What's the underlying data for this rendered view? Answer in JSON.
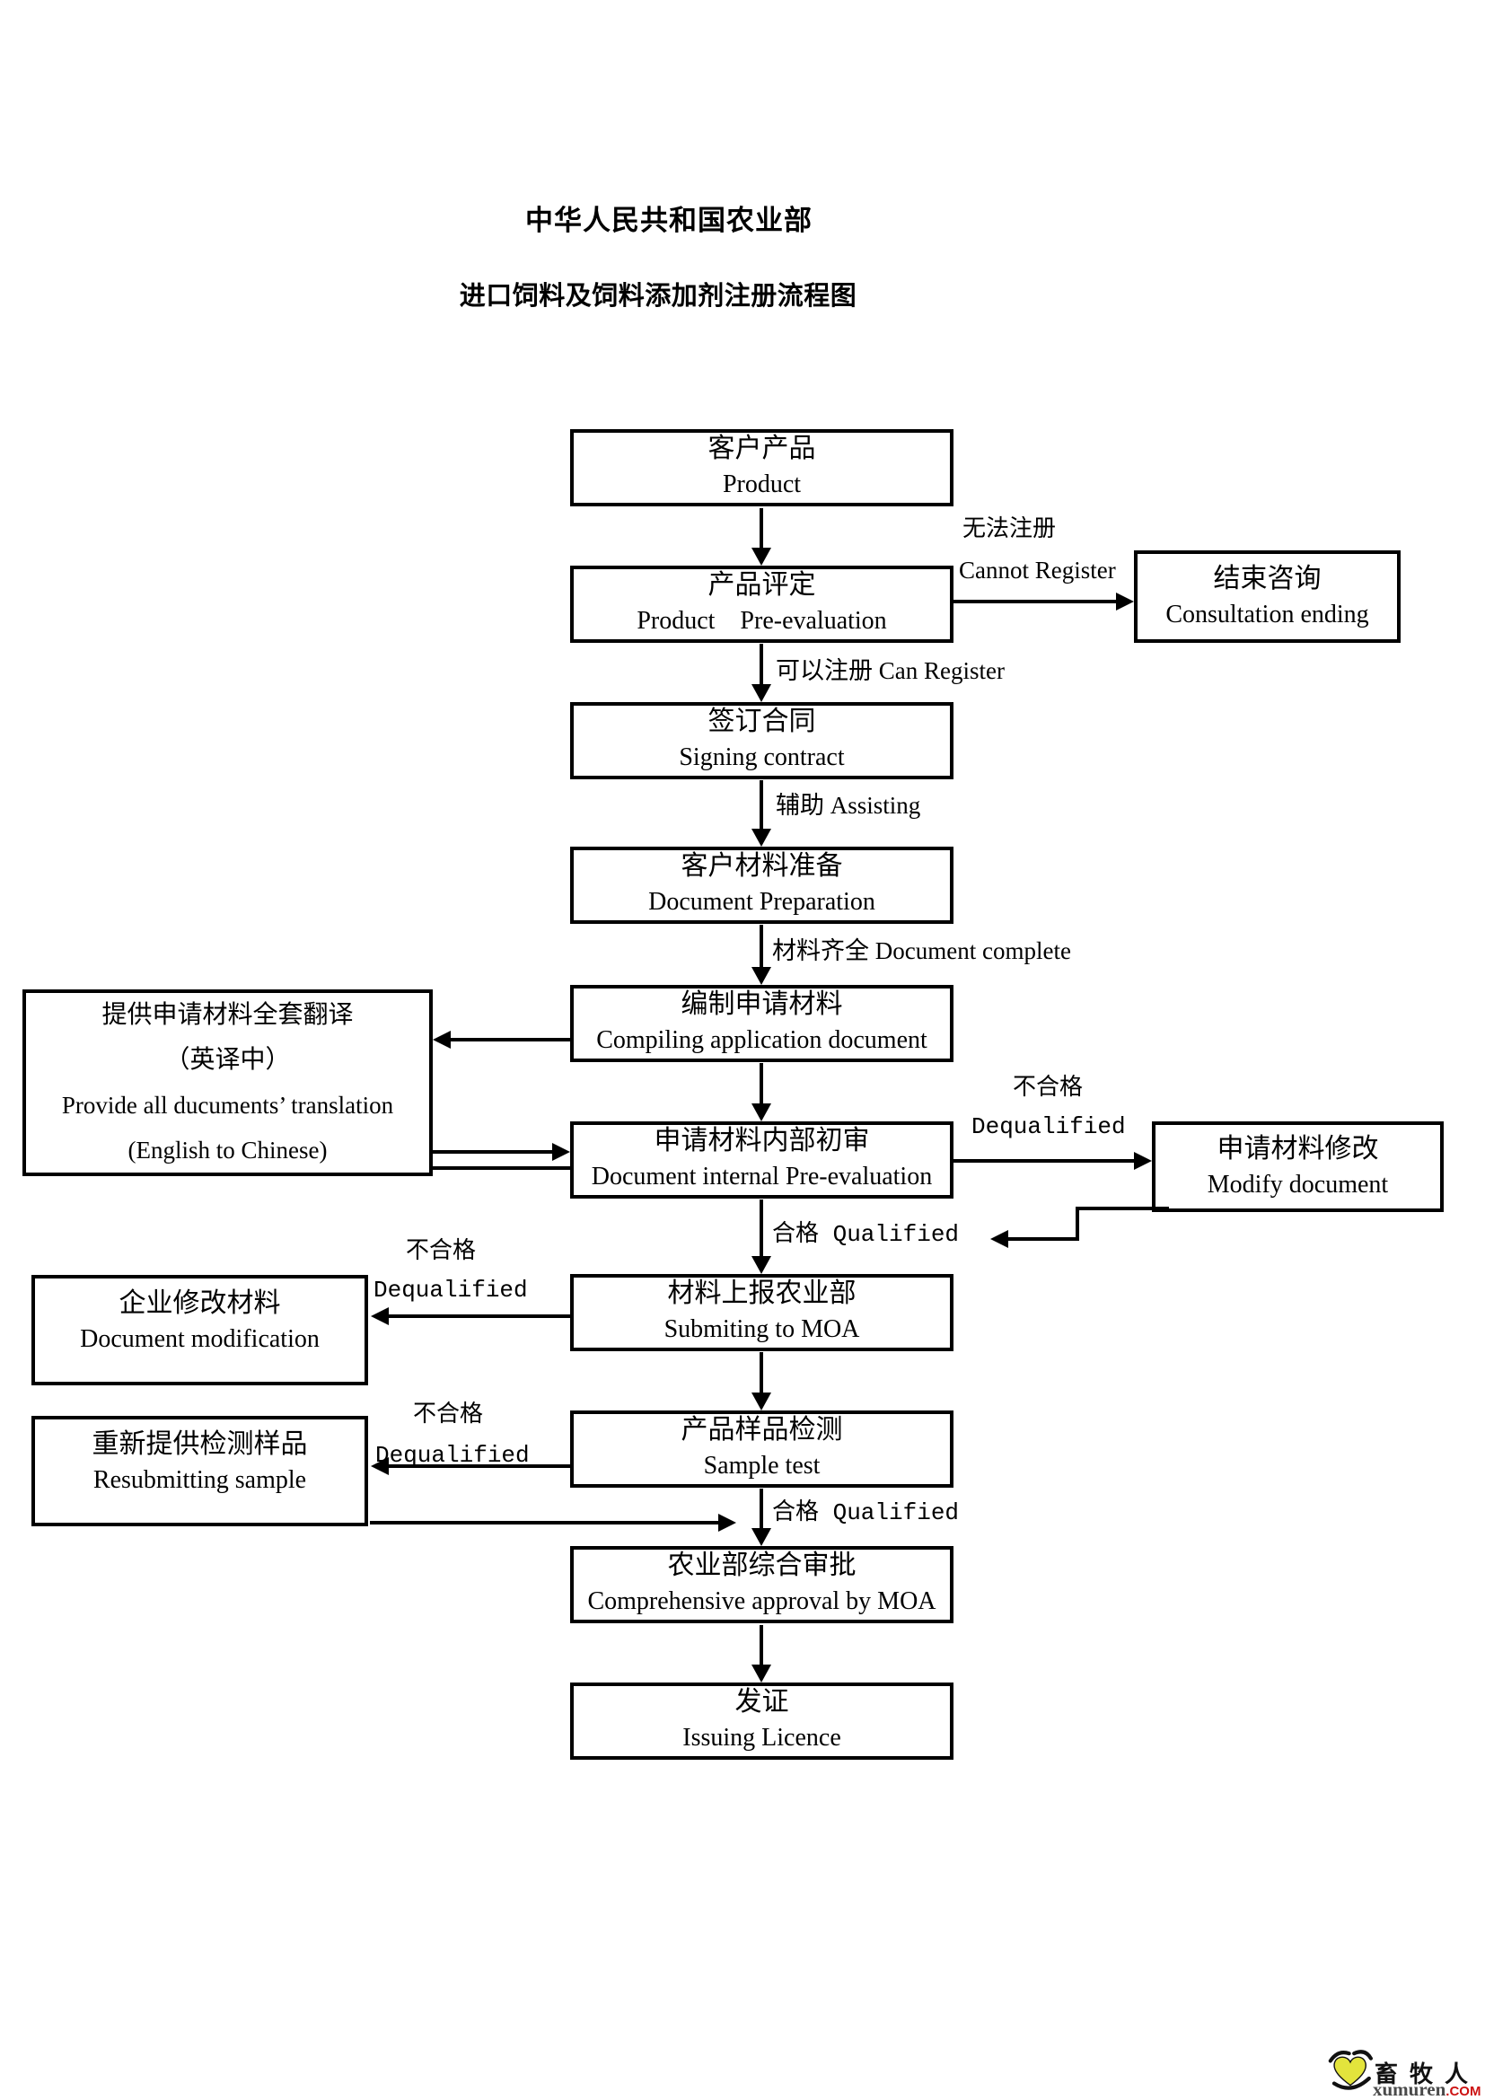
{
  "titles": {
    "line1": "中华人民共和国农业部",
    "line2": "进口饲料及饲料添加剂注册流程图"
  },
  "nodes": {
    "product": {
      "zh": "客户产品",
      "en": "Product"
    },
    "pre_evaluation": {
      "zh": "产品评定",
      "en": "Product    Pre-evaluation"
    },
    "consultation_ending": {
      "zh": "结束咨询",
      "en": "Consultation ending"
    },
    "signing_contract": {
      "zh": "签订合同",
      "en": "Signing contract"
    },
    "document_preparation": {
      "zh": "客户材料准备",
      "en": "Document Preparation"
    },
    "compiling_application": {
      "zh": "编制申请材料",
      "en": "Compiling application document"
    },
    "translation": {
      "zh1": "提供申请材料全套翻译",
      "zh2": "（英译中）",
      "en1": "Provide all ducuments’ translation",
      "en2": "(English to Chinese)"
    },
    "internal_pre_evaluation": {
      "zh": "申请材料内部初审",
      "en": "Document internal Pre-evaluation"
    },
    "modify_document": {
      "zh": "申请材料修改",
      "en": "Modify document"
    },
    "document_modification": {
      "zh": "企业修改材料",
      "en": "Document modification"
    },
    "submitting_to_moa": {
      "zh": "材料上报农业部",
      "en": "Submiting to MOA"
    },
    "resubmitting_sample": {
      "zh": "重新提供检测样品",
      "en": "Resubmitting sample"
    },
    "sample_test": {
      "zh": "产品样品检测",
      "en": "Sample test"
    },
    "comprehensive_approval": {
      "zh": "农业部综合审批",
      "en": "Comprehensive approval by MOA"
    },
    "issuing_licence": {
      "zh": "发证",
      "en": "Issuing Licence"
    }
  },
  "labels": {
    "cannot_register_zh": "无法注册",
    "cannot_register_en": "Cannot Register",
    "can_register": "可以注册 Can Register",
    "assisting": "辅助 Assisting",
    "document_complete": "材料齐全 Document complete",
    "dequalified_zh": "不合格",
    "dequalified_en": "Dequalified",
    "qualified": "合格 Qualified"
  },
  "footer": {
    "brand_zh": "畜牧人",
    "brand_en": "xumuren",
    "brand_tld": ".COM"
  },
  "colors": {
    "line": "#000000",
    "heart_yellow": "#e3e43c",
    "brand_red": "#cc1111",
    "brand_gray": "#4a4a4a"
  }
}
